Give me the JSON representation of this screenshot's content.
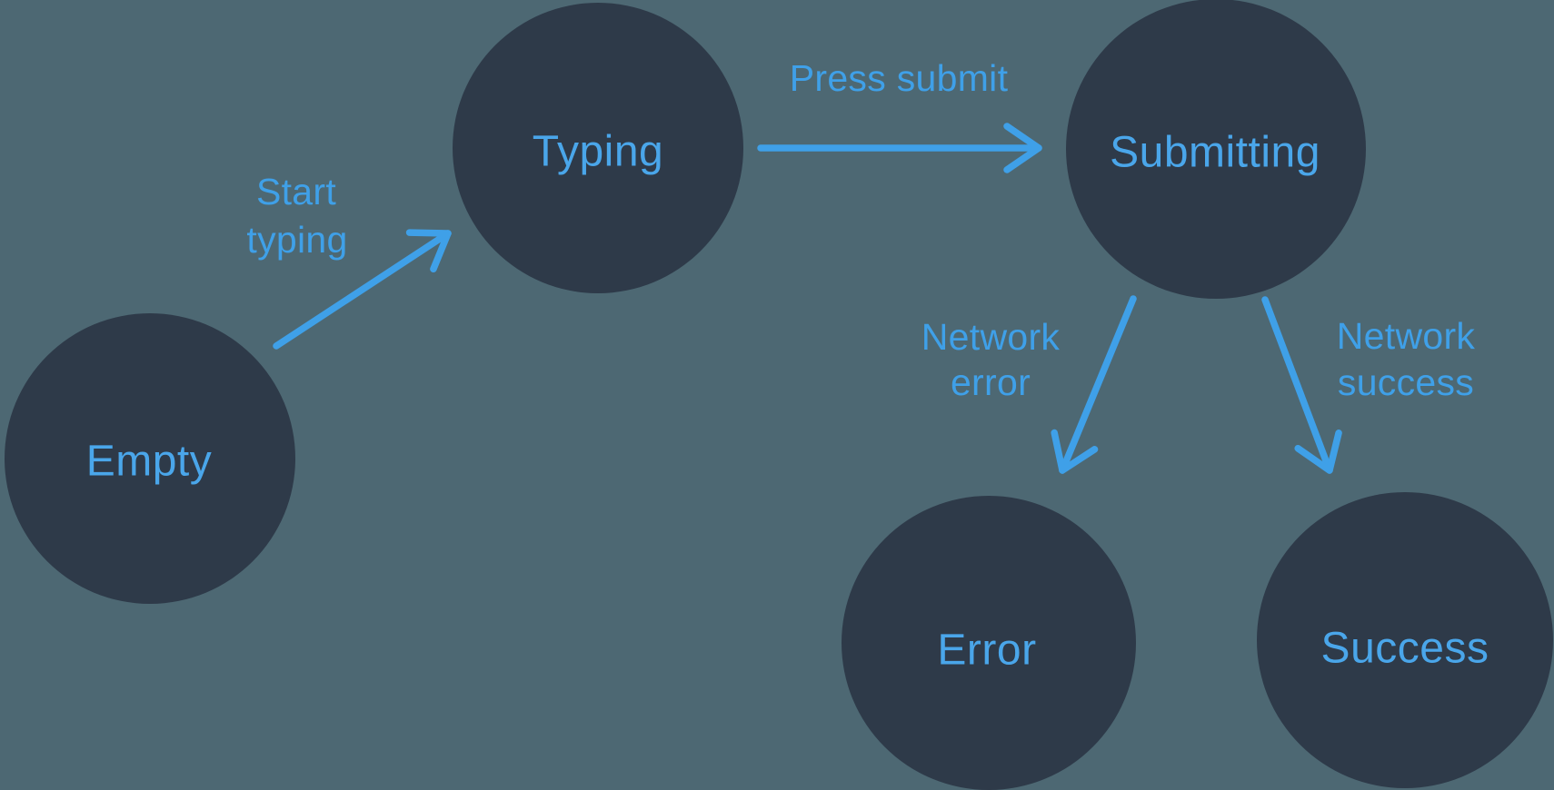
{
  "colors": {
    "background": "#4d6873",
    "node_fill": "#2e3a49",
    "accent": "#3fa0e8",
    "node_label": "#4aa6ea"
  },
  "nodes": {
    "empty": {
      "label": "Empty"
    },
    "typing": {
      "label": "Typing"
    },
    "submitting": {
      "label": "Submitting"
    },
    "error": {
      "label": "Error"
    },
    "success": {
      "label": "Success"
    }
  },
  "edges": {
    "start_typing": {
      "label_line1": "Start",
      "label_line2": "typing"
    },
    "press_submit": {
      "label_line1": "Press submit"
    },
    "network_error": {
      "label_line1": "Network",
      "label_line2": "error"
    },
    "network_success": {
      "label_line1": "Network",
      "label_line2": "success"
    }
  }
}
